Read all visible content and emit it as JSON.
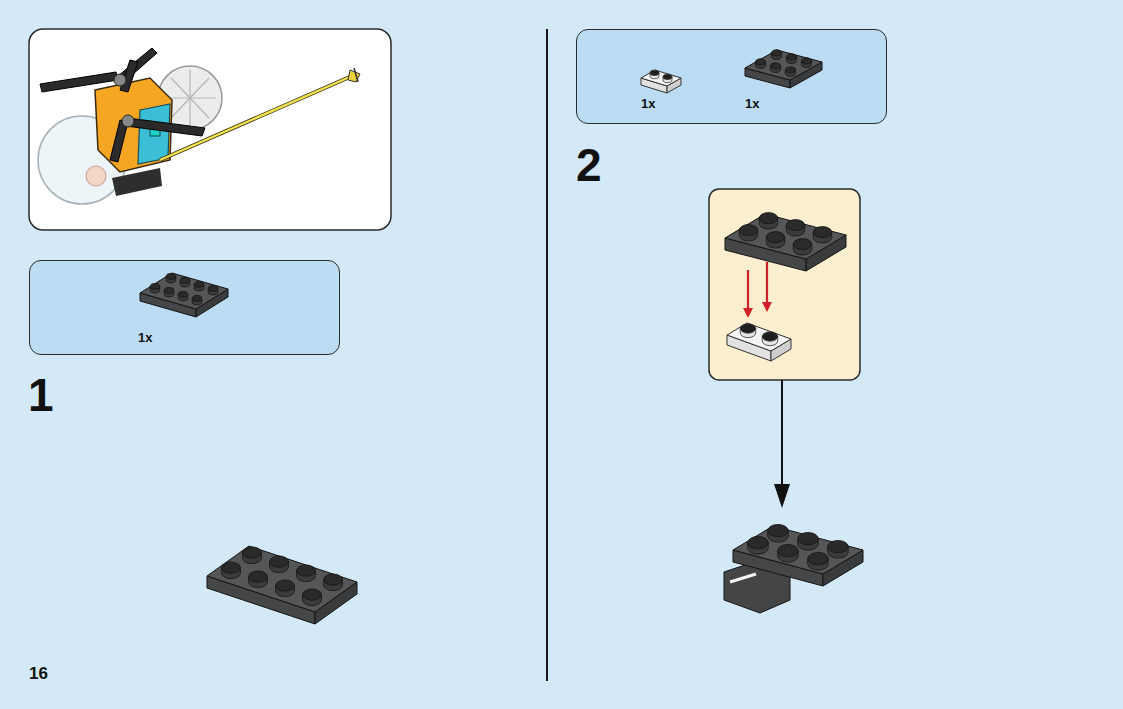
{
  "diagram": {
    "nodes": [
      {
        "text": [
          "1x"
        ]
      },
      {
        "text": [
          "1x",
          "1x"
        ]
      }
    ],
    "labels": [
      "1",
      "2",
      "16"
    ]
  }
}
